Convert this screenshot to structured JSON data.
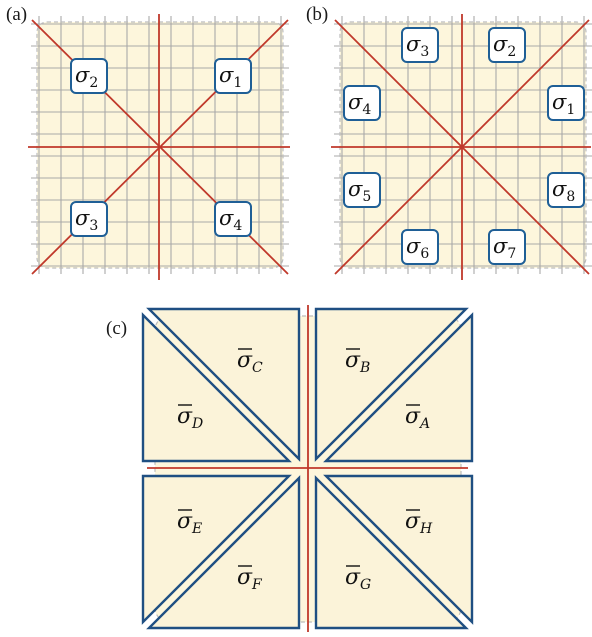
{
  "panels": {
    "a": {
      "label": "(a)",
      "regions": [
        {
          "base": "σ",
          "sub": "1"
        },
        {
          "base": "σ",
          "sub": "2"
        },
        {
          "base": "σ",
          "sub": "3"
        },
        {
          "base": "σ",
          "sub": "4"
        }
      ]
    },
    "b": {
      "label": "(b)",
      "regions": [
        {
          "base": "σ",
          "sub": "1"
        },
        {
          "base": "σ",
          "sub": "2"
        },
        {
          "base": "σ",
          "sub": "3"
        },
        {
          "base": "σ",
          "sub": "4"
        },
        {
          "base": "σ",
          "sub": "5"
        },
        {
          "base": "σ",
          "sub": "6"
        },
        {
          "base": "σ",
          "sub": "7"
        },
        {
          "base": "σ",
          "sub": "8"
        }
      ]
    },
    "c": {
      "label": "(c)",
      "regions": [
        {
          "base": "σ",
          "sub": "A"
        },
        {
          "base": "σ",
          "sub": "B"
        },
        {
          "base": "σ",
          "sub": "C"
        },
        {
          "base": "σ",
          "sub": "D"
        },
        {
          "base": "σ",
          "sub": "E"
        },
        {
          "base": "σ",
          "sub": "F"
        },
        {
          "base": "σ",
          "sub": "G"
        },
        {
          "base": "σ",
          "sub": "H"
        }
      ]
    }
  },
  "colors": {
    "background": "#fdf6dc",
    "grid": "#a9a9a9",
    "red_lines": "#c0392b",
    "label_border": "#1f5f96",
    "triangle_border": "#1f4f82"
  }
}
